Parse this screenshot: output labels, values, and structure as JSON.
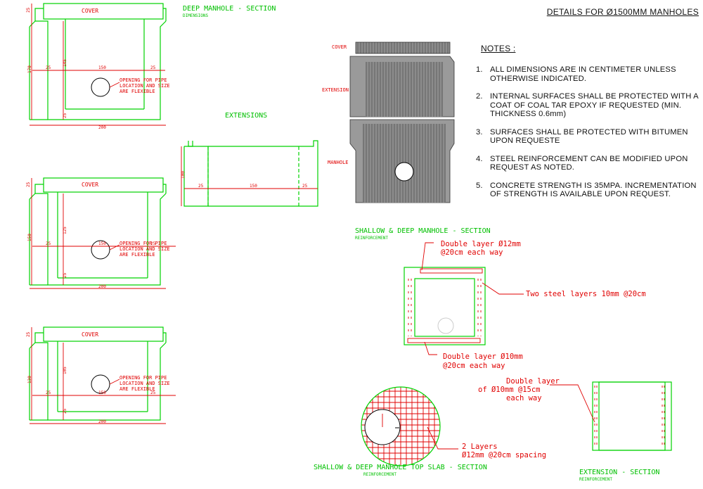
{
  "header": {
    "title": "DETAILS FOR Ø1500MM MANHOLES"
  },
  "notes": {
    "heading": "NOTES :",
    "items": [
      {
        "num": "1.",
        "text": "ALL DIMENSIONS ARE IN CENTIMETER UNLESS OTHERWISE INDICATED."
      },
      {
        "num": "2.",
        "text": "INTERNAL SURFACES SHALL BE PROTECTED WITH A COAT OF COAL TAR EPOXY IF REQUESTED (MIN. THICKNESS 0.6mm)"
      },
      {
        "num": "3.",
        "text": "SURFACES SHALL BE PROTECTED WITH BITUMEN UPON REQUESTE"
      },
      {
        "num": "4.",
        "text": "STEEL REINFORCEMENT CAN BE MODIFIED UPON REQUEST AS NOTED."
      },
      {
        "num": "5.",
        "text": "CONCRETE STRENGTH IS 35MPA. INCREMENTATION OF STRENGTH IS AVAILABLE UPON REQUEST."
      }
    ]
  },
  "deep_section": {
    "title": "DEEP MANHOLE - SECTION",
    "subtitle": "DIMENSIONS",
    "cover": "COVER",
    "opening_1": "OPENING FOR PIPE",
    "opening_2": "LOCATION AND SIZE",
    "opening_3": "ARE FLEXIBLE",
    "dims": {
      "d25a": "25",
      "d170": "170",
      "d145": "145",
      "d150": "150",
      "d25b": "25",
      "d25c": "25",
      "d25d": "25",
      "d200": "200"
    }
  },
  "mid_section": {
    "cover": "COVER",
    "opening_1": "OPENING FOR PIPE",
    "opening_2": "LOCATION AND SIZE",
    "opening_3": "ARE FLEXIBLE",
    "dims": {
      "d25a": "25",
      "d150a": "150",
      "d125": "125",
      "d25b": "25",
      "d150b": "150",
      "d25c": "25",
      "d25d": "25",
      "d200": "200"
    }
  },
  "shallow_section": {
    "cover": "COVER",
    "opening_1": "OPENING FOR PIPE",
    "opening_2": "LOCATION AND SIZE",
    "opening_3": "ARE FLEXIBLE",
    "dims": {
      "d25a": "25",
      "d130": "130",
      "d105": "105",
      "d25b": "25",
      "d150": "150",
      "d25c": "25",
      "d25d": "25",
      "d200": "200"
    }
  },
  "extensions": {
    "title": "EXTENSIONS",
    "dims": {
      "d100": "100",
      "d25a": "25",
      "d150": "150",
      "d25b": "25"
    }
  },
  "elevation": {
    "cover": "COVER",
    "extension": "EXTENSION",
    "manhole": "MANHOLE"
  },
  "reinforcement": {
    "title": "SHALLOW & DEEP MANHOLE - SECTION",
    "subtitle": "REINFORCEMENT",
    "top_note_1": "Double layer Ø12mm",
    "top_note_2": "@20cm each way",
    "side_note": "Two steel layers 10mm @20cm",
    "bottom_note_1": "Double layer Ø10mm",
    "bottom_note_2": "@20cm each way"
  },
  "top_slab": {
    "title": "SHALLOW & DEEP MANHOLE TOP SLAB - SECTION",
    "subtitle": "REINFORCEMENT",
    "note_1": "2 Layers",
    "note_2": "Ø12mm @20cm spacing"
  },
  "ext_section": {
    "title": "EXTENSION - SECTION",
    "subtitle": "REINFORCEMENT",
    "note_1": "Double layer",
    "note_2": "of Ø10mm @15cm",
    "note_3": "each way"
  }
}
